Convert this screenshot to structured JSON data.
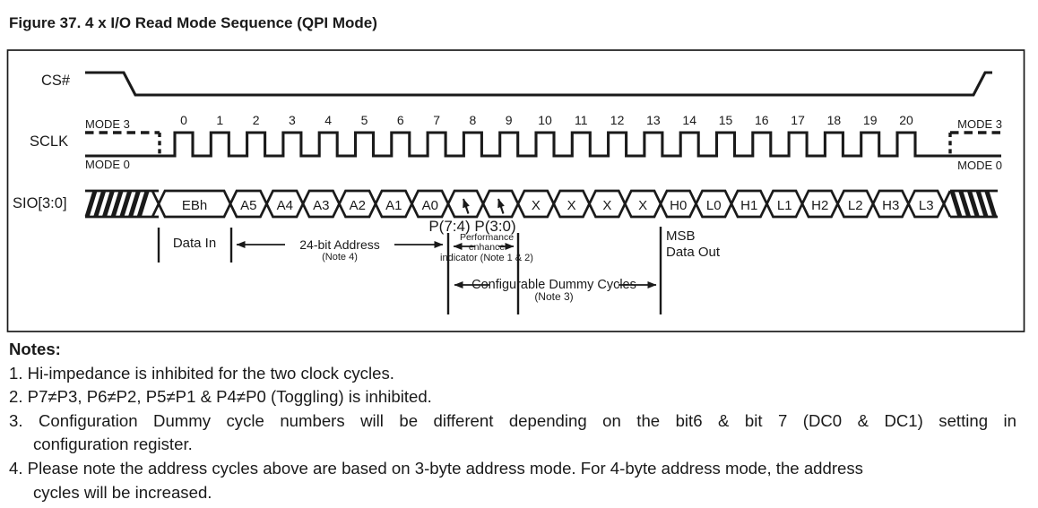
{
  "title": "Figure 37. 4 x I/O Read Mode Sequence (QPI Mode)",
  "colors": {
    "ink": "#1a1a1a",
    "background": "#ffffff"
  },
  "diagram": {
    "signals": {
      "cs": "CS#",
      "sclk": "SCLK",
      "sio": "SIO[3:0]"
    },
    "mode_labels": {
      "left_top": "MODE 3",
      "left_bottom": "MODE 0",
      "right_top": "MODE 3",
      "right_bottom": "MODE 0"
    },
    "clock_numbers": [
      "0",
      "1",
      "2",
      "3",
      "4",
      "5",
      "6",
      "7",
      "8",
      "9",
      "10",
      "11",
      "12",
      "13",
      "14",
      "15",
      "16",
      "17",
      "18",
      "19",
      "20"
    ],
    "sio_cells": [
      "EBh",
      "A5",
      "A4",
      "A3",
      "A2",
      "A1",
      "A0",
      "",
      "",
      "X",
      "X",
      "X",
      "X",
      "H0",
      "L0",
      "H1",
      "L1",
      "H2",
      "L2",
      "H3",
      "L3"
    ],
    "sio_cell_arrow_indexes": [
      7,
      8
    ],
    "annotations": {
      "data_in": "Data In",
      "address": "24-bit Address",
      "address_note": "(Note 4)",
      "p_label": "P(7:4) P(3:0)",
      "perf_line1": "Performance",
      "perf_line2": "enhance",
      "perf_line3": "indicator (Note 1 & 2)",
      "msb_line1": "MSB",
      "msb_line2": "Data Out",
      "dummy": "Configurable Dummy Cycles",
      "dummy_note": "(Note 3)"
    }
  },
  "notes": {
    "heading": "Notes:",
    "note1": "1. Hi-impedance is inhibited for the two clock cycles.",
    "note2": "2. P7≠P3, P6≠P2, P5≠P1 & P4≠P0 (Toggling) is inhibited.",
    "note3_line1": "3. Configuration Dummy cycle numbers will be different depending on the bit6 & bit 7 (DC0 & DC1) setting in",
    "note3_line2": "configuration register.",
    "note4_line1": "4. Please note the address cycles above are based on 3-byte address mode. For 4-byte address mode, the address",
    "note4_line2": "cycles will be increased."
  }
}
